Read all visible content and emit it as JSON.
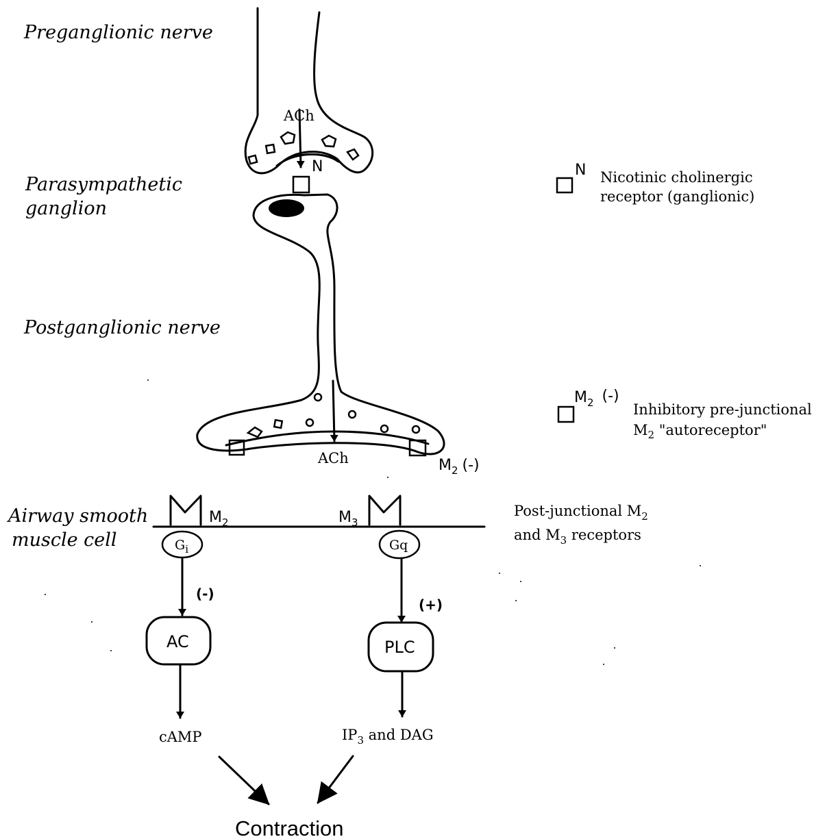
{
  "labels": {
    "preganglionic": "Preganglionic nerve",
    "ganglion_line1": "Parasympathetic",
    "ganglion_line2": "ganglion",
    "postganglionic": "Postganglionic nerve",
    "smooth_line1": "Airway smooth",
    "smooth_line2": "muscle cell"
  },
  "synapse": {
    "ach_top": "ACh",
    "ach_bottom": "ACh",
    "n_receptor": "N",
    "m2_prejunctional": "M",
    "m2_prejunctional_sub": "2",
    "m2_prejunctional_sign": "(-)"
  },
  "receptors": {
    "m2": "M",
    "m2_sub": "2",
    "m3": "M",
    "m3_sub": "3",
    "gi": "G",
    "gi_sub": "i",
    "gq": "Gq"
  },
  "pathway": {
    "left_sign": "(-)",
    "right_sign": "(+)",
    "ac": "AC",
    "plc": "PLC",
    "camp": "cAMP",
    "ip3_a": "IP",
    "ip3_sub": "3",
    "ip3_b": " and DAG",
    "contraction": "Contraction"
  },
  "legend": {
    "n_symbol": "N",
    "n_line1": "Nicotinic cholinergic",
    "n_line2": "receptor (ganglionic)",
    "m2_symbol": "M",
    "m2_symbol_sub": "2",
    "m2_symbol_sign": "(-)",
    "m2_line1": "Inhibitory pre-junctional",
    "m2_line2_a": "M",
    "m2_line2_sub": "2",
    "m2_line2_b": " \"autoreceptor\"",
    "post_line1_a": "Post-junctional M",
    "post_line1_sub": "2",
    "post_line2_a": "and M",
    "post_line2_sub": "3",
    "post_line2_b": " receptors"
  }
}
